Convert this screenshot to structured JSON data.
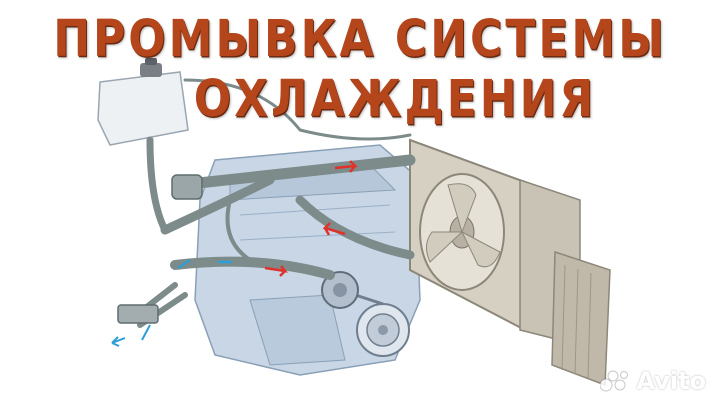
{
  "title": {
    "line1": "ПРОМЫВКА СИСТЕМЫ",
    "line2": "ОХЛАЖДЕНИЯ",
    "color": "#b5451b"
  },
  "illustration": {
    "subject": "engine-cooling-system",
    "colors": {
      "engine": "#c8d6e6",
      "hose": "#7d8b8a",
      "radiator": "#c9c3b5",
      "reservoir": "#eef1f4",
      "flow_hot": "#e0322a",
      "flow_cold": "#2a9fd8"
    }
  },
  "watermark": {
    "text": "Avito"
  }
}
